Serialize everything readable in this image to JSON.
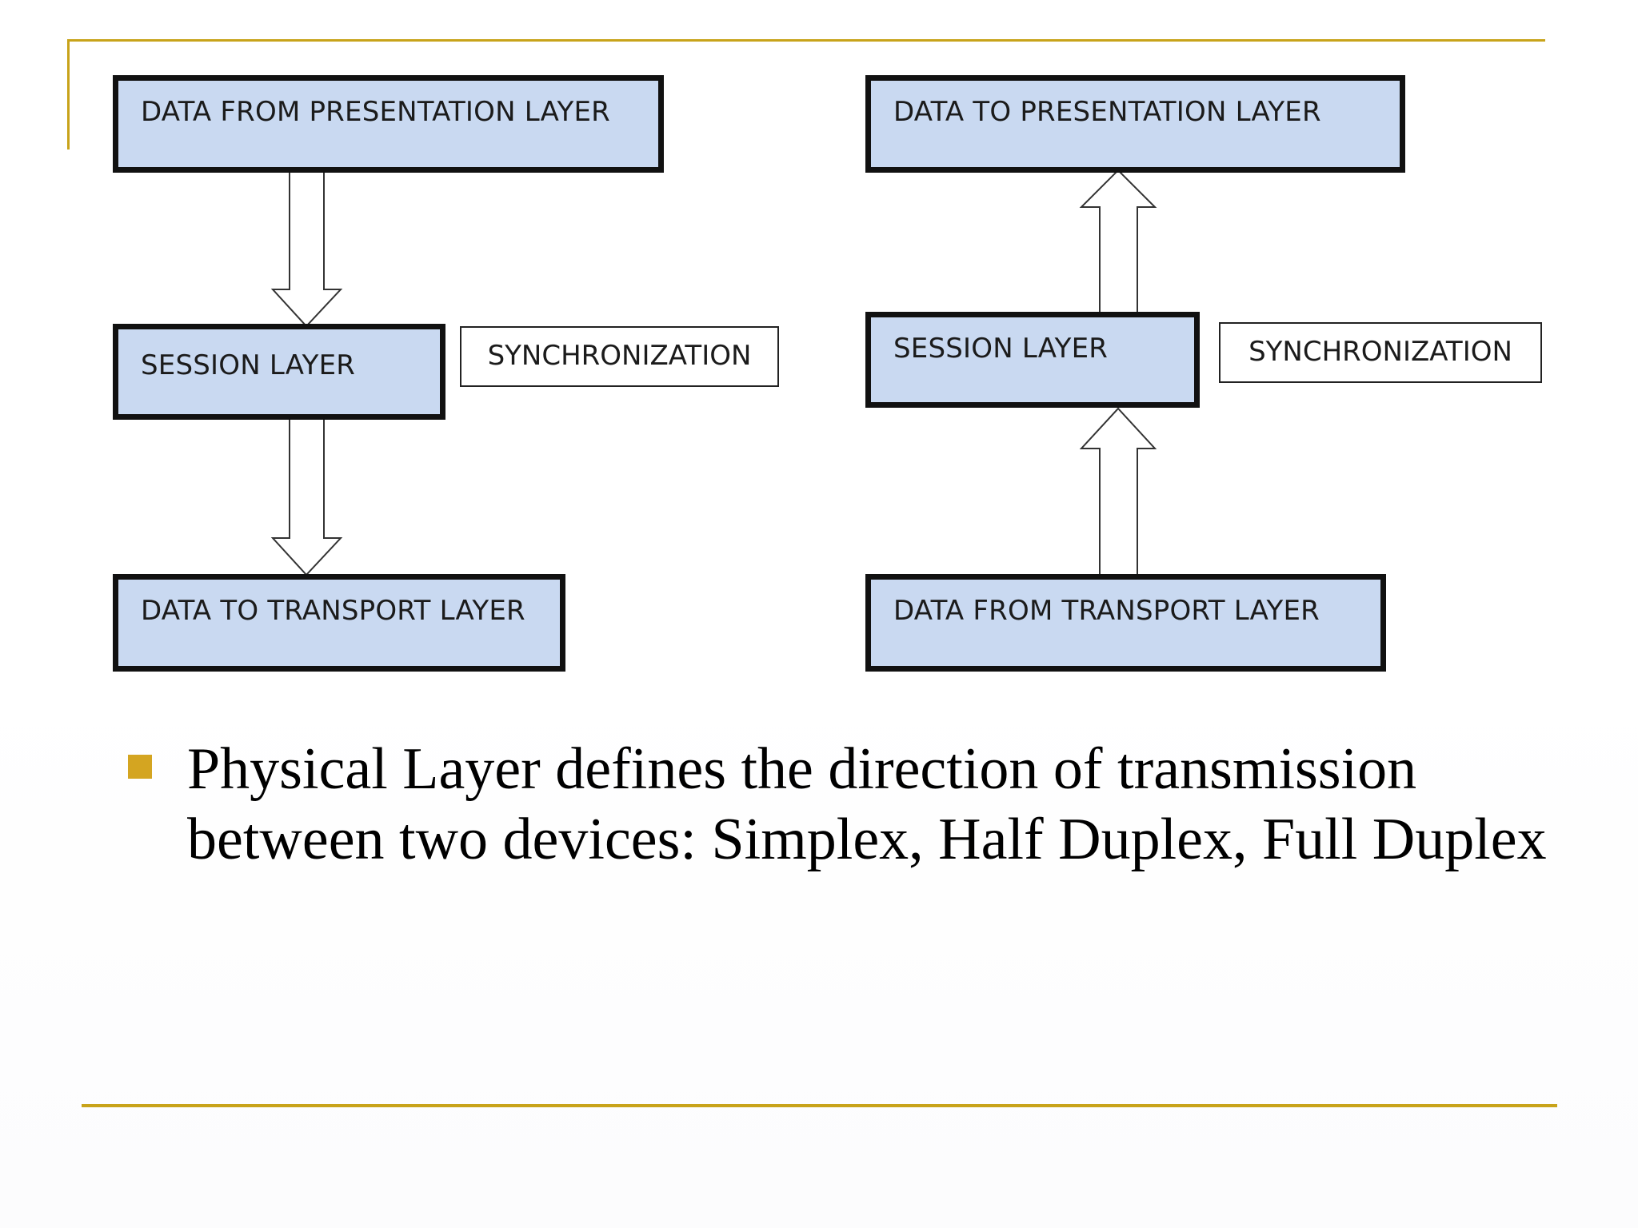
{
  "diagram": {
    "left_flow": {
      "top_box": "DATA FROM PRESENTATION LAYER",
      "middle_box": "SESSION LAYER",
      "side_box": "SYNCHRONIZATION",
      "bottom_box": "DATA TO TRANSPORT LAYER",
      "direction": "down"
    },
    "right_flow": {
      "top_box": "DATA TO PRESENTATION LAYER",
      "middle_box": "SESSION LAYER",
      "side_box": "SYNCHRONIZATION",
      "bottom_box": "DATA FROM TRANSPORT LAYER",
      "direction": "up"
    },
    "colors": {
      "layer_fill": "#c9d9f1",
      "layer_border": "#111111",
      "accent_rule": "#c8a31a",
      "bullet": "#d4a521"
    }
  },
  "bullet": {
    "text": "Physical Layer defines the direction of transmission between two devices: Simplex, Half Duplex, Full Duplex"
  }
}
